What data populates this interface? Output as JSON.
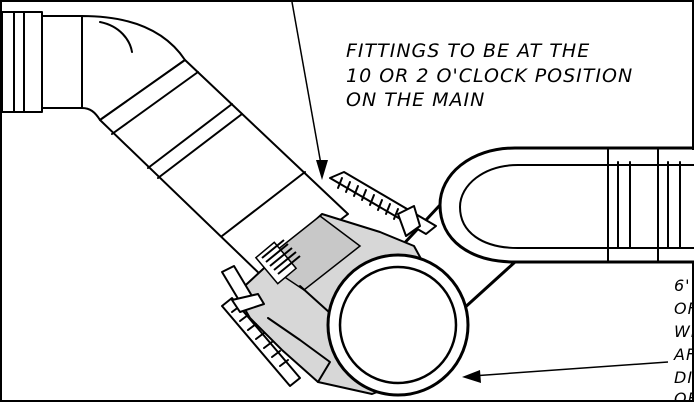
{
  "notes": {
    "fittings_line1": "FITTINGS TO BE AT THE",
    "fittings_line2": "10 OR 2 O'CLOCK POSITION",
    "fittings_line3": "ON THE MAIN",
    "right_line1": "6'",
    "right_line2": "OF",
    "right_line3": "WI",
    "right_line4": "AF",
    "right_line5": "DI",
    "right_line6": "OF"
  },
  "colors": {
    "line": "#000000",
    "saddle_fill": "#d7d7d7",
    "background": "#ffffff"
  }
}
